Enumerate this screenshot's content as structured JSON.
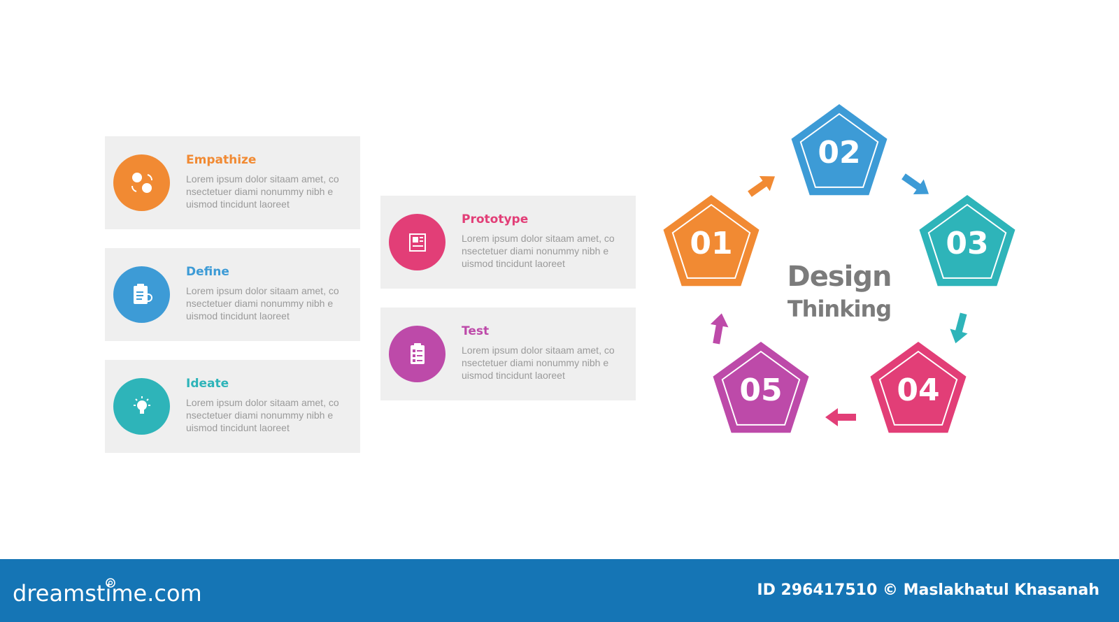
{
  "steps": [
    {
      "label": "Empathize",
      "body": "Lorem ipsum dolor sitaam amet, co nsectetuer diami nonummy  nibh e uismod tincidunt laoreet",
      "number": "01",
      "color": "#f18a33",
      "icon": "empathy-people-icon"
    },
    {
      "label": "Define",
      "body": "Lorem ipsum dolor sitaam amet, co nsectetuer diami nonummy  nibh e uismod tincidunt laoreet",
      "number": "02",
      "color": "#3d9bd6",
      "icon": "clipboard-search-icon"
    },
    {
      "label": "Ideate",
      "body": "Lorem ipsum dolor sitaam amet, co nsectetuer diami nonummy  nibh e uismod tincidunt laoreet",
      "number": "03",
      "color": "#2eb4b9",
      "icon": "lightbulb-icon"
    },
    {
      "label": "Prototype",
      "body": "Lorem ipsum dolor sitaam amet, co nsectetuer diami nonummy  nibh e uismod tincidunt laoreet",
      "number": "04",
      "color": "#e23e77",
      "icon": "blueprint-icon"
    },
    {
      "label": "Test",
      "body": "Lorem ipsum dolor sitaam amet, co nsectetuer diami nonummy  nibh e uismod tincidunt laoreet",
      "number": "05",
      "color": "#bd4aa9",
      "icon": "checklist-icon"
    }
  ],
  "center": {
    "line1": "Design",
    "line2": "Thinking"
  },
  "footer": {
    "brand": "dreamstime.com",
    "credit": "ID 296417510 © Maslakhatul Khasanah",
    "color": "#1575b5"
  }
}
